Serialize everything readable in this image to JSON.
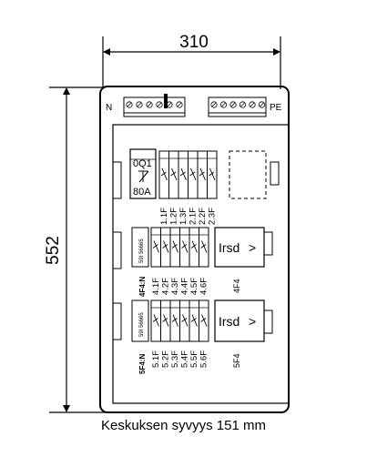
{
  "dimensions": {
    "width": "310",
    "height": "552"
  },
  "terminals": {
    "neutral_label": "N",
    "pe_label": "PE"
  },
  "main_breaker": {
    "id": "0Q1",
    "rating": "80A"
  },
  "row1": {
    "labels": [
      "1.1F",
      "1.2F",
      "1.3F",
      "2.1F",
      "2.2F",
      "2.3F"
    ]
  },
  "row2": {
    "n_label": "4F4:N",
    "module_text": "59I 56665",
    "device_label": "Irsd",
    "arrow": ">",
    "labels": [
      "4.1F",
      "4.2F",
      "4.3F",
      "4.4F",
      "4.5F",
      "4.6F"
    ],
    "group": "4F4"
  },
  "row3": {
    "n_label": "5F4:N",
    "module_text": "59I 56665",
    "device_label": "Irsd",
    "arrow": ">",
    "labels": [
      "5.1F",
      "5.2F",
      "5.3F",
      "5.4F",
      "5.5F",
      "5.6F"
    ],
    "group": "5F4"
  },
  "caption": "Keskuksen syvyys 151 mm"
}
